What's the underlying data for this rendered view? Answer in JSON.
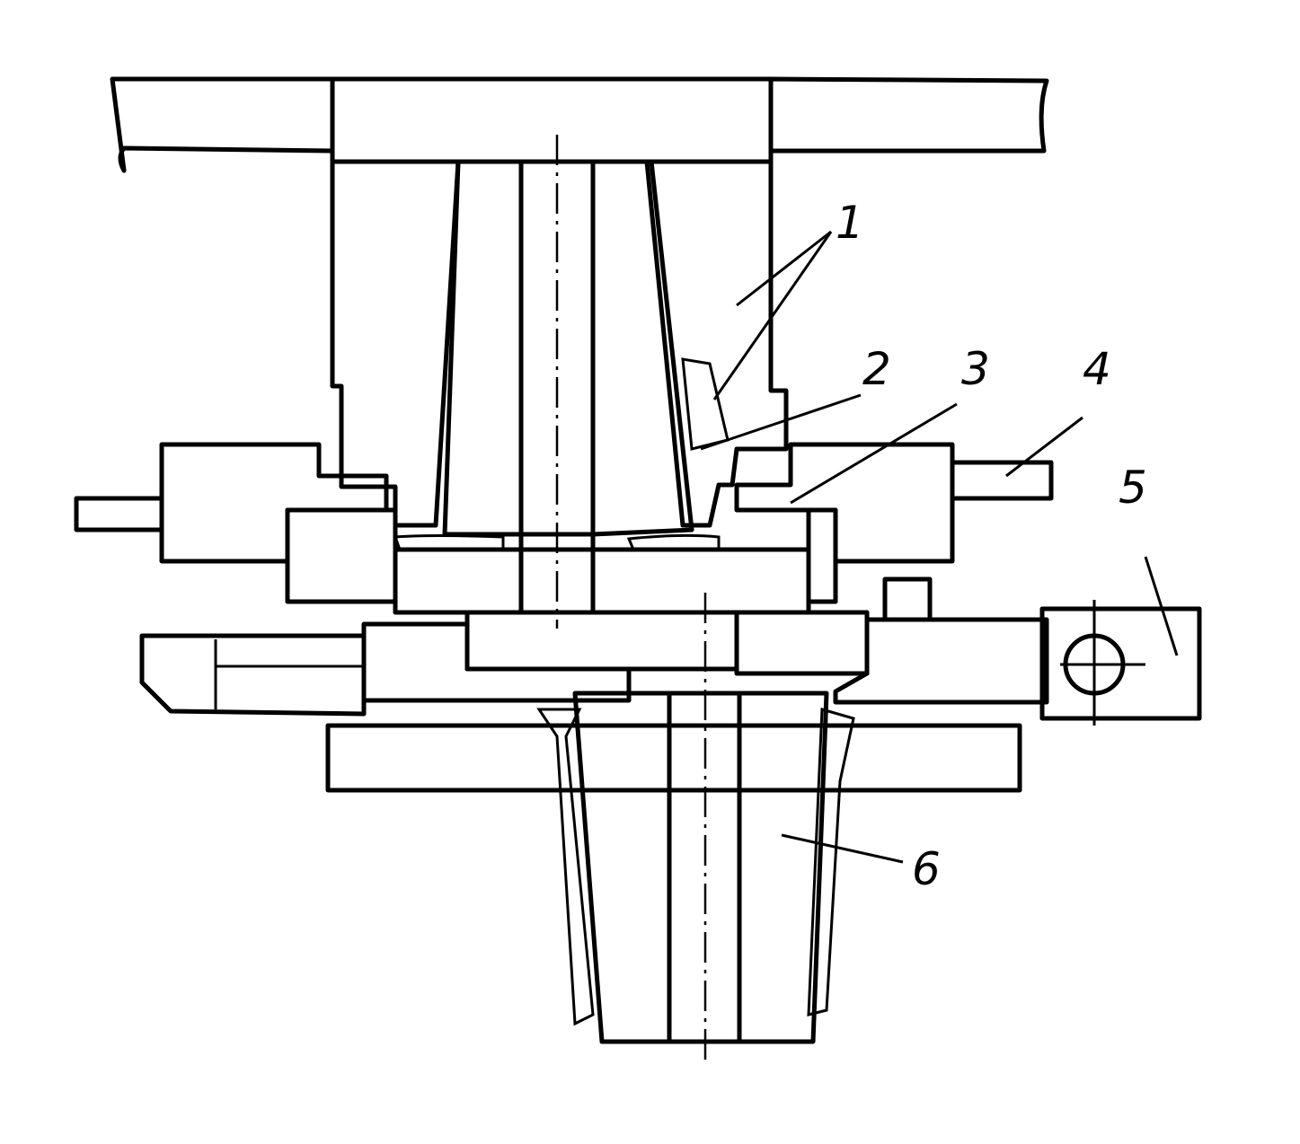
{
  "figure": {
    "labels": [
      {
        "id": "part-1",
        "text": "1"
      },
      {
        "id": "part-2",
        "text": "2"
      },
      {
        "id": "part-3",
        "text": "3"
      },
      {
        "id": "part-4",
        "text": "4"
      },
      {
        "id": "part-5",
        "text": "5"
      },
      {
        "id": "part-6",
        "text": "6"
      }
    ],
    "hatch_styles": [
      "cross-hatch",
      "diagonal",
      "diagonal-dashed"
    ],
    "line_color": "#000000",
    "background": "#ffffff"
  }
}
